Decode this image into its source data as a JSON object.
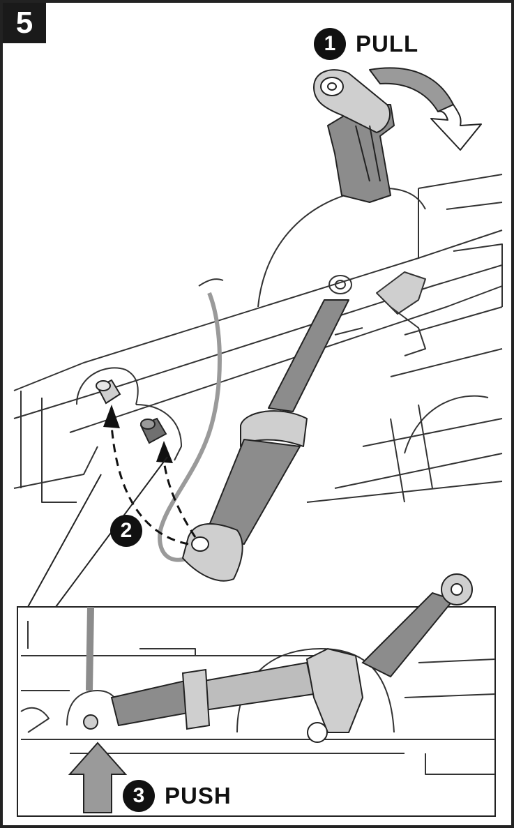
{
  "step": {
    "number": "5"
  },
  "callouts": [
    {
      "number": "1",
      "action": "PULL"
    },
    {
      "number": "2",
      "action": ""
    },
    {
      "number": "3",
      "action": "PUSH"
    }
  ],
  "colors": {
    "line": "#222222",
    "part_gray": "#8c8c8c",
    "light_gray": "#cfcfcf",
    "badge": "#1a1a1a"
  }
}
